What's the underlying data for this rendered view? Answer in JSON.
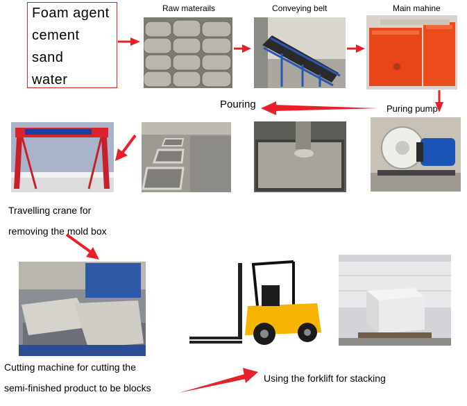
{
  "ingredients": [
    "Foam agent",
    "cement",
    "sand",
    "water"
  ],
  "captions": {
    "raw_materials": "Raw materails",
    "conveying_belt": "Conveying belt",
    "main_machine": "Main mahine",
    "pouring": "Pouring",
    "pouring_pump": "Puring pump"
  },
  "labels": {
    "crane_line1": "Travelling crane for",
    "crane_line2": "removing the mold box",
    "cutting_line1": "Cutting machine for cutting the",
    "cutting_line2": "semi-finished product  to be blocks",
    "forklift": "Using the forklift for stacking"
  },
  "colors": {
    "arrow": "#e8202a",
    "box_border": "#d32626"
  }
}
